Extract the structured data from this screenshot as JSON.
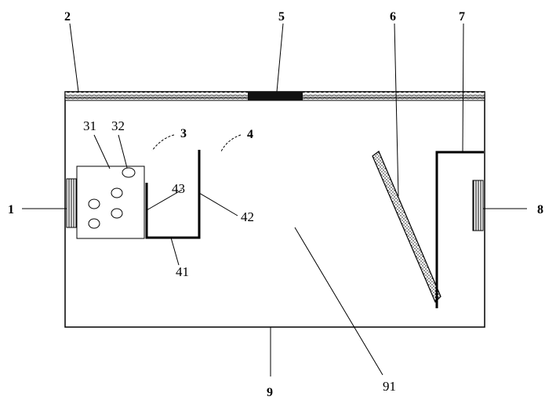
{
  "labels": {
    "l1": "1",
    "l2": "2",
    "l3": "3",
    "l4": "4",
    "l5": "5",
    "l6": "6",
    "l7": "7",
    "l8": "8",
    "l9": "9",
    "l31": "31",
    "l32": "32",
    "l41": "41",
    "l42": "42",
    "l43": "43",
    "l91": "91"
  }
}
